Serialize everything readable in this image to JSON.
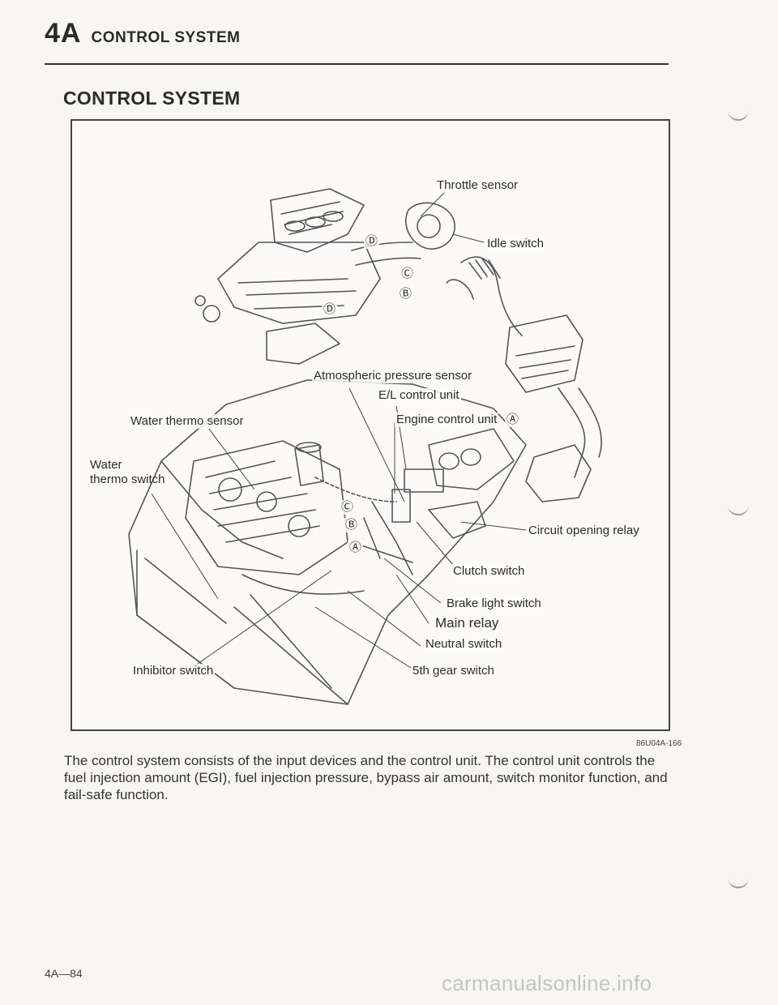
{
  "header": {
    "section_code": "4A",
    "section_title": "CONTROL SYSTEM"
  },
  "page_title": "CONTROL SYSTEM",
  "figure": {
    "labels": {
      "throttle_sensor": "Throttle sensor",
      "idle_switch": "Idle switch",
      "atmospheric_pressure_sensor": "Atmospheric pressure sensor",
      "el_control_unit": "E/L control unit",
      "water_thermo_sensor": "Water thermo sensor",
      "engine_control_unit": "Engine control unit",
      "water_thermo_switch": "Water\nthermo switch",
      "circuit_opening_relay": "Circuit opening relay",
      "clutch_switch": "Clutch switch",
      "brake_light_switch": "Brake light switch",
      "main_relay": "Main relay",
      "neutral_switch": "Neutral switch",
      "inhibitor_switch": "Inhibitor switch",
      "fifth_gear_switch": "5th gear switch"
    },
    "markers": [
      "Ⓐ",
      "Ⓑ",
      "Ⓒ",
      "Ⓓ"
    ],
    "figure_id": "86U04A-166"
  },
  "description": "The control system consists of the input devices and the control unit. The control unit controls the fuel injection amount (EGI), fuel injection pressure, bypass air amount, switch monitor function, and fail-safe function.",
  "footer": {
    "page_number": "4A—84",
    "watermark": "carmanualsonline.info"
  }
}
